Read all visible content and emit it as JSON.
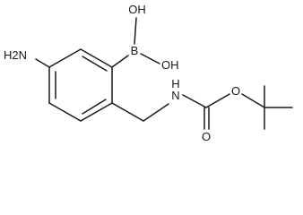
{
  "molecule": {
    "atoms": {
      "amine": "H2N",
      "boron": "B",
      "hydroxyl_upper": "OH",
      "hydroxyl_lower": "OH",
      "nh": "N",
      "nh_h": "H",
      "carbonyl_oxygen": "O",
      "ether_oxygen": "O"
    },
    "colors": {
      "bond": "#1a1a1a",
      "background": "#ffffff"
    }
  }
}
